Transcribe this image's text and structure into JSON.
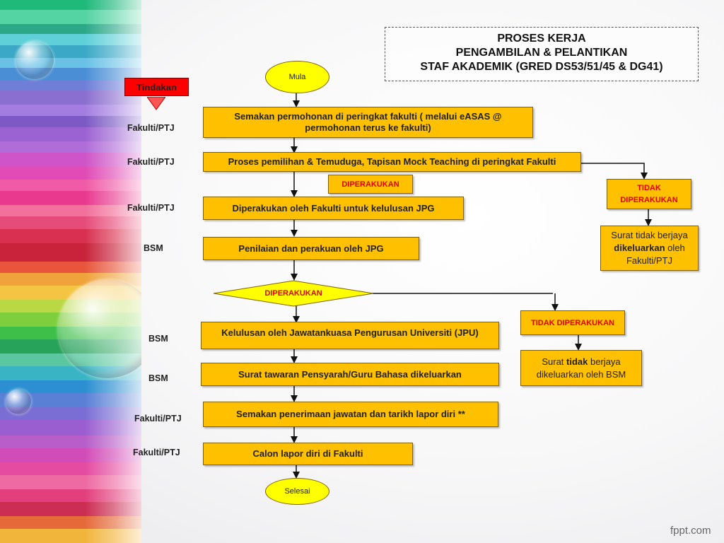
{
  "title": {
    "line1": "PROSES KERJA",
    "line2": "PENGAMBILAN & PELANTIKAN",
    "line3": "STAF AKADEMIK (GRED DS53/51/45 & DG41)"
  },
  "tindakan": "Tindakan",
  "start": "Mula",
  "end": "Selesai",
  "actors": [
    "Fakulti/PTJ",
    "Fakulti/PTJ",
    "Fakulti/PTJ",
    "BSM",
    "BSM",
    "BSM",
    "Fakulti/PTJ",
    "Fakulti/PTJ"
  ],
  "steps": {
    "s1": "Semakan permohonan  di peringkat  fakulti ( melalui eASAS @ permohonan terus ke fakulti)",
    "s2": "Proses pemilihan  & Temuduga, Tapisan Mock Teaching di peringkat Fakulti",
    "s3": "Diperakukan oleh Fakulti untuk kelulusan JPG",
    "s4": "Penilaian dan perakuan oleh JPG",
    "s5": "Kelulusan oleh Jawatankuasa Pengurusan Universiti (JPU)",
    "s6": "Surat tawaran Pensyarah/Guru Bahasa dikeluarkan",
    "s7": "Semakan penerimaan jawatan dan tarikh lapor diri  **",
    "s8": "Calon lapor diri di Fakulti"
  },
  "decisions": {
    "diperakukan1": "DIPERAKUKAN",
    "tidak1": "TIDAK DIPERAKUKAN",
    "diperakukan2": "DIPERAKUKAN",
    "tidak2": "TIDAK DIPERAKUKAN"
  },
  "outcomes": {
    "o1_pre": "Surat tidak berjaya",
    "o1_bold": "dikeluarkan",
    "o1_post": "oleh Fakulti/PTJ",
    "o2_pre": "Surat",
    "o2_bold": "tidak",
    "o2_post": "berjaya dikeluarkan oleh BSM"
  },
  "footer": "fppt.com"
}
